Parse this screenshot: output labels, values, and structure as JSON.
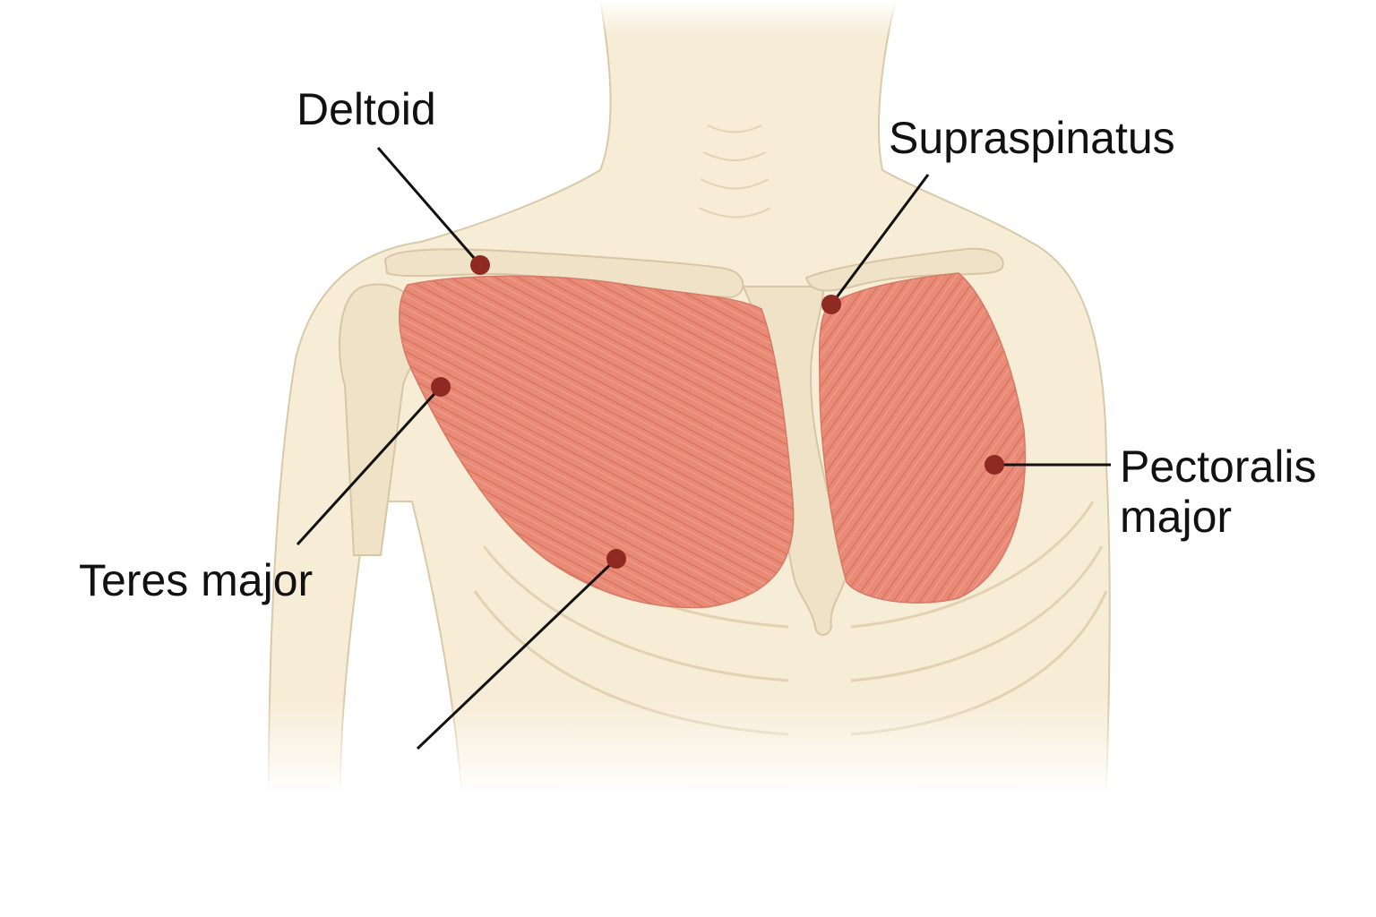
{
  "labels": {
    "deltoid": "Deltoid",
    "supraspinatus": "Supraspinatus",
    "pectoralis_line1": "Pectoralis",
    "pectoralis_line2": "major",
    "teres_major": "Teres major"
  },
  "colors": {
    "skin": "#f7ecd6",
    "bone": "#efe2c6",
    "outline": "#d6c6a6",
    "muscle": "#e88a76",
    "marker": "#8e2a22",
    "leader": "#111111"
  }
}
